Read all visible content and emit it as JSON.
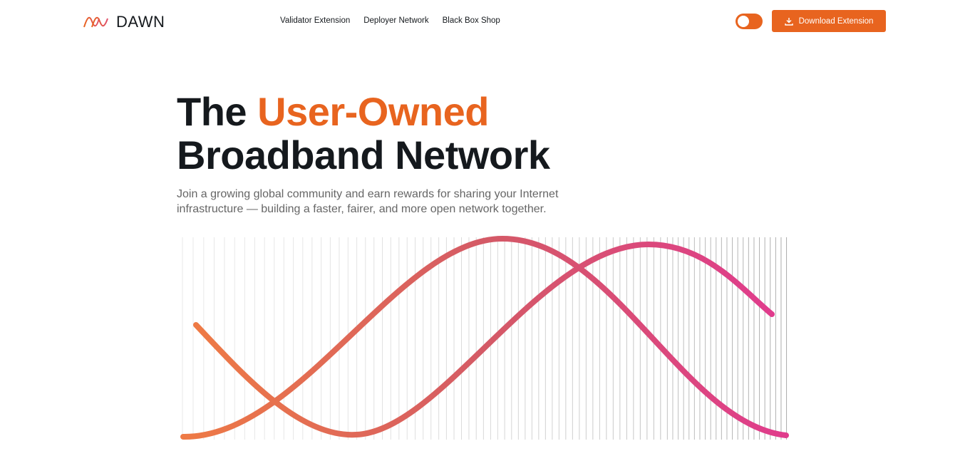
{
  "brand": {
    "name": "DAWN",
    "accent": "#e8641f"
  },
  "nav": [
    "Validator Extension",
    "Deployer Network",
    "Black Box Shop"
  ],
  "header": {
    "download_label": "Download Extension",
    "theme_toggle_on": true
  },
  "hero": {
    "title_pre": "The ",
    "title_accent": "User-Owned",
    "title_line2": "Broadband Network",
    "subtitle": "Join a growing global community and earn rewards for sharing your Internet infrastructure — building a faster, fairer, and more open network together."
  }
}
